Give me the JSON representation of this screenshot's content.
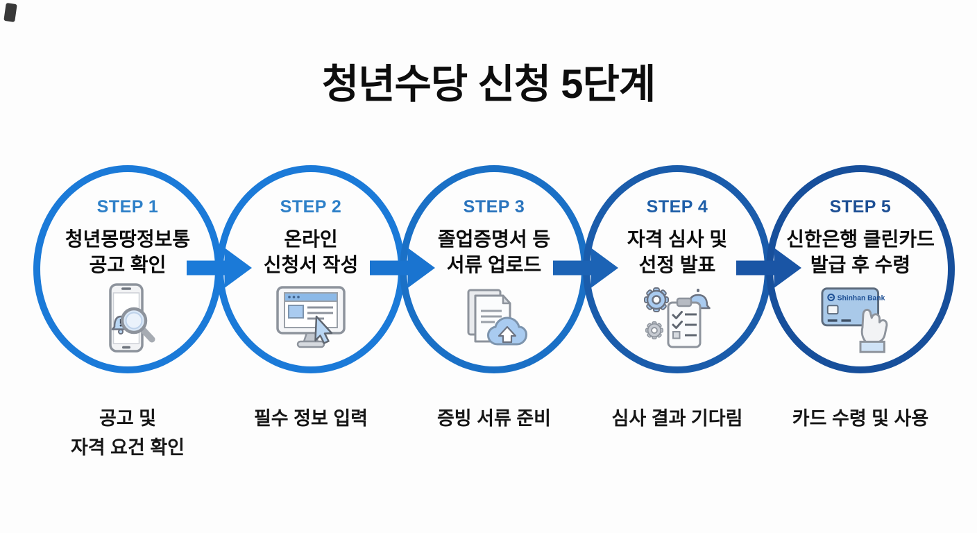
{
  "title": "청년수당 신청 5단계",
  "colors": {
    "background": "#fdfdfd",
    "title_color": "#0d0d0d"
  },
  "steps": [
    {
      "label": "STEP 1",
      "title": "청년몽땅정보통\n공고 확인",
      "caption": "공고 및\n자격 요건 확인",
      "icon": "phone-notification-search-icon",
      "circle_color": "#1b7ad8",
      "label_color": "#2e80c8"
    },
    {
      "label": "STEP 2",
      "title": "온라인\n신청서 작성",
      "caption": "필수 정보 입력",
      "icon": "online-form-monitor-cursor-icon",
      "circle_color": "#1b7ad8",
      "label_color": "#2e80c8"
    },
    {
      "label": "STEP 3",
      "title": "졸업증명서 등\n서류 업로드",
      "caption": "증빙 서류 준비",
      "icon": "document-cloud-upload-icon",
      "circle_color": "#1a70c6",
      "label_color": "#2a74bd"
    },
    {
      "label": "STEP 4",
      "title": "자격 심사 및\n선정 발표",
      "caption": "심사 결과 기다림",
      "icon": "gears-checklist-bell-icon",
      "circle_color": "#1a5cab",
      "label_color": "#1f5fa8"
    },
    {
      "label": "STEP 5",
      "title": "신한은행 클린카드\n발급 후 수령",
      "caption": "카드 수령 및 사용",
      "icon": "bank-card-hand-icon",
      "card_text": "Shinhan Bank",
      "circle_color": "#174f9b",
      "label_color": "#1d4f94"
    }
  ],
  "arrows": [
    {
      "name": "flow-arrow-1-2",
      "color": "#1b7ad8"
    },
    {
      "name": "flow-arrow-2-3",
      "color": "#1a74d0"
    },
    {
      "name": "flow-arrow-3-4",
      "color": "#1c63b5"
    },
    {
      "name": "flow-arrow-4-5",
      "color": "#1a55a5"
    }
  ]
}
